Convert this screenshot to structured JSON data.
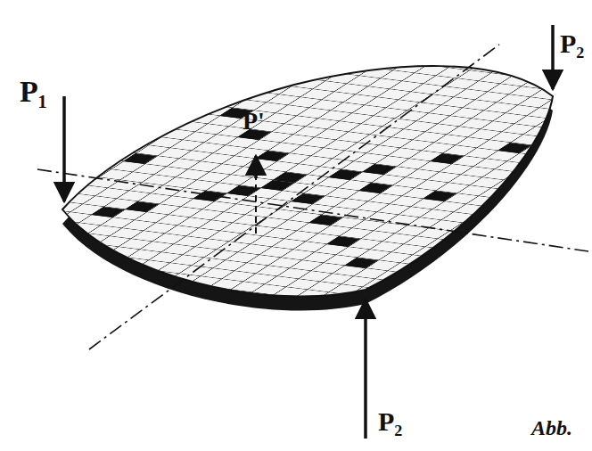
{
  "diagram": {
    "labels": [
      "P₁",
      "P₂",
      "P'",
      "P₂",
      "Abb."
    ]
  }
}
